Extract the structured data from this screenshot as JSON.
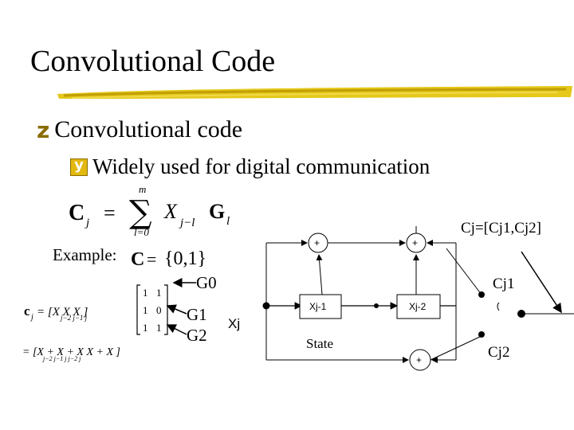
{
  "slide": {
    "title": "Convolutional Code",
    "bullet_level1": "Convolutional code",
    "bullet_level2": "Widely used for digital communication",
    "output_vector": "Cj=[Cj1,Cj2]",
    "example_label": "Example:"
  },
  "formula": {
    "lhs_C": "C",
    "lhs_j": "j",
    "equals": "=",
    "sum_upper": "m",
    "sum_lower": "l=0",
    "term_X": "X",
    "term_sub": "j−l",
    "term_G": "G",
    "term_l": "l"
  },
  "example_set": {
    "lhs": "C",
    "equals": "=",
    "value": "{0,1}"
  },
  "generators": {
    "g0": "G0",
    "g1": "G1",
    "g2": "G2"
  },
  "matrix": {
    "c_lhs": "c",
    "c_sub": "j",
    "row1": "= [X  X  X ]",
    "row1_subs": "j−2   j−1   j",
    "col_a": [
      "1",
      "1",
      "1"
    ],
    "col_b": [
      "1",
      "0",
      "1"
    ],
    "row2": "= [X   + X   + X    X   + X ]",
    "row2_subs": "j−2   j−1   j    j−2   j"
  },
  "diagram": {
    "input_label": "Xj",
    "register1": "Xj-1",
    "register2": "Xj-2",
    "state_label": "State",
    "adder": "+",
    "output1": "Cj1",
    "output2": "Cj2"
  }
}
